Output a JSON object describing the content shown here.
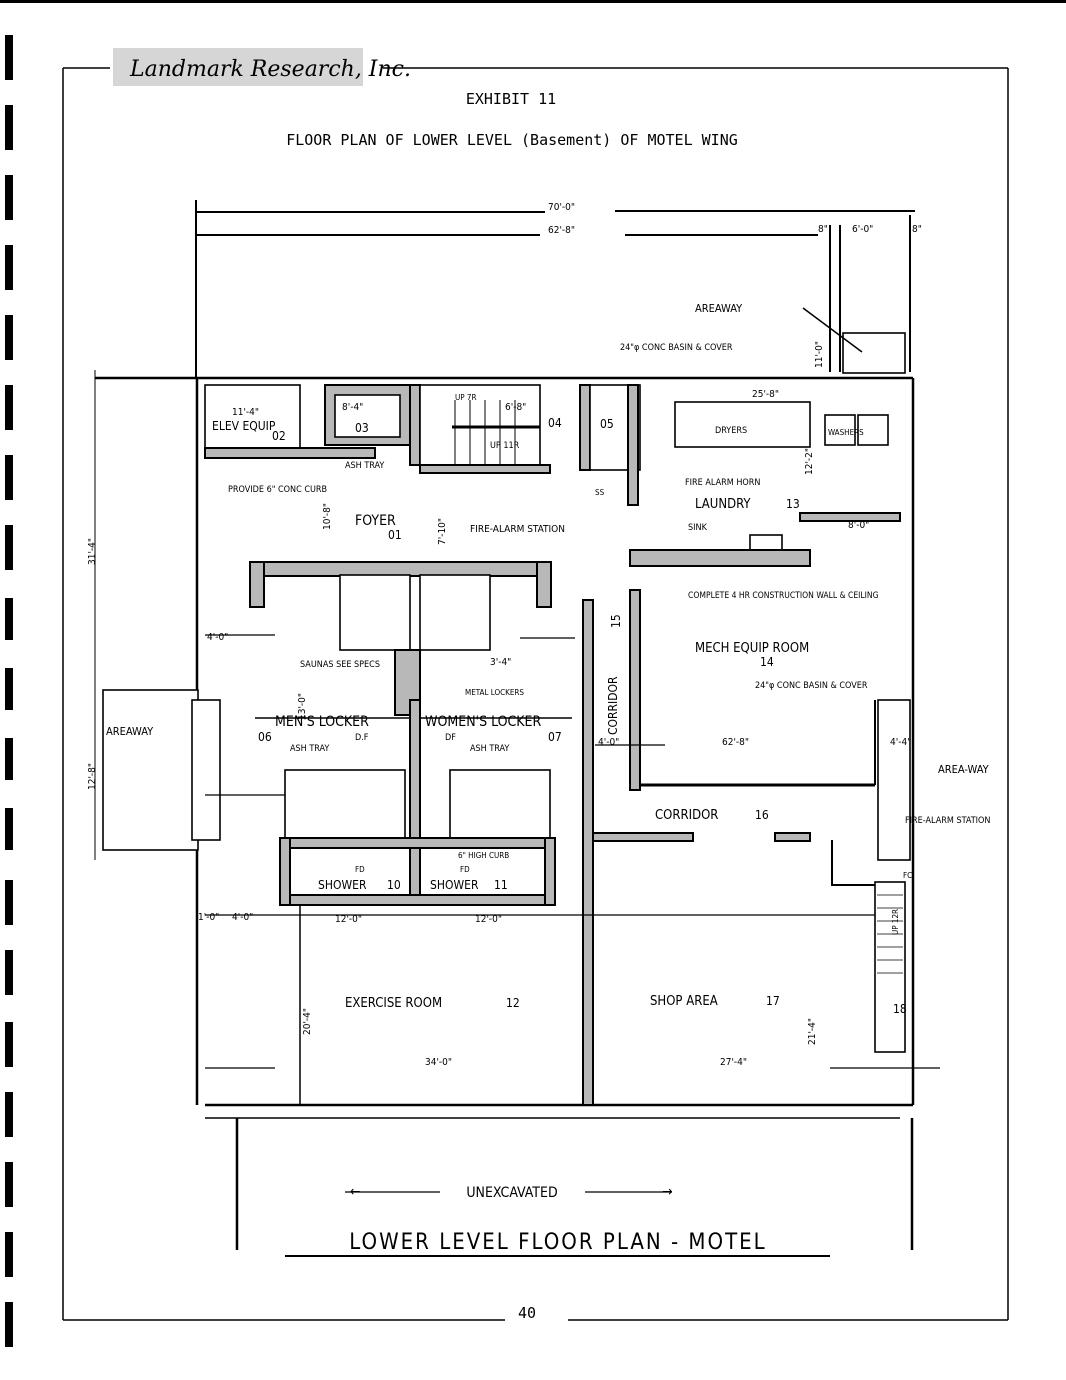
{
  "header": {
    "logo_text": "Landmark Research, Inc.",
    "exhibit": "EXHIBIT 11",
    "title": "FLOOR PLAN OF LOWER LEVEL (Basement) OF MOTEL WING"
  },
  "plan": {
    "title": "LOWER LEVEL FLOOR PLAN - MOTEL",
    "unexcavated": "UNEXCAVATED",
    "rooms": [
      {
        "name": "ELEV EQUIP",
        "number": "02"
      },
      {
        "name": "",
        "number": "03"
      },
      {
        "name": "",
        "number": "04"
      },
      {
        "name": "",
        "number": "05"
      },
      {
        "name": "FOYER",
        "number": "01"
      },
      {
        "name": "LAUNDRY",
        "number": "13"
      },
      {
        "name": "MECH EQUIP ROOM",
        "number": "14"
      },
      {
        "name": "CORRIDOR",
        "number": "15"
      },
      {
        "name": "MEN'S LOCKER",
        "number": "06"
      },
      {
        "name": "WOMEN'S LOCKER",
        "number": "07"
      },
      {
        "name": "SHOWER",
        "number": "10"
      },
      {
        "name": "SHOWER",
        "number": "11"
      },
      {
        "name": "CORRIDOR",
        "number": "16"
      },
      {
        "name": "EXERCISE ROOM",
        "number": "12"
      },
      {
        "name": "SHOP AREA",
        "number": "17"
      },
      {
        "name": "",
        "number": "18"
      }
    ],
    "notes": {
      "areaway_top": "AREAWAY",
      "areaway_left": "AREAWAY",
      "areaway_right": "AREA-WAY",
      "basin_top": "24\"φ CONC BASIN & COVER",
      "basin_mech": "24\"φ CONC BASIN & COVER",
      "conc_curb": "PROVIDE 6\" CONC CURB",
      "ash_tray_1": "ASH TRAY",
      "ash_tray_2": "ASH TRAY",
      "ash_tray_3": "ASH TRAY",
      "fire_alarm_1": "FIRE-ALARM STATION",
      "fire_alarm_2": "FIRE-ALARM STATION",
      "fire_alarm_horn": "FIRE ALARM HORN",
      "dryers": "DRYERS",
      "washers": "WASHERS",
      "sink": "SINK",
      "wall_note": "COMPLETE 4 HR CONSTRUCTION WALL & CEILING",
      "saunas": "SAUNAS SEE SPECS",
      "metal_lockers": "METAL LOCKERS",
      "df_1": "D.F",
      "df_2": "DF",
      "curb": "6\" HIGH CURB",
      "fd_1": "FD",
      "fd_2": "FD",
      "up_11r": "UP 11R",
      "up_7r": "UP 7R",
      "up_12r": "UP 12R",
      "fc": "FC",
      "ss": "SS"
    },
    "dims": [
      "70'-0\"",
      "62'-8\"",
      "8\"",
      "6'-0\"",
      "8\"",
      "11'-0\"",
      "31'-4\"",
      "12'-8\"",
      "13'-0\"",
      "11'-4\"",
      "8'-4\"",
      "6'-8\"",
      "25'-8\"",
      "12'-2\"",
      "8'-0\"",
      "10'-8\"",
      "7'-10\"",
      "21'-4\"",
      "20'-4\"",
      "34'-0\"",
      "27'-4\"",
      "12'-0\"",
      "12'-0\"",
      "4'-0\"",
      "3'-4\"",
      "4'-4\"",
      "62'-8\"",
      "4'-0\"",
      "1'-0\"",
      "4'-0\""
    ]
  },
  "page_number": "40"
}
